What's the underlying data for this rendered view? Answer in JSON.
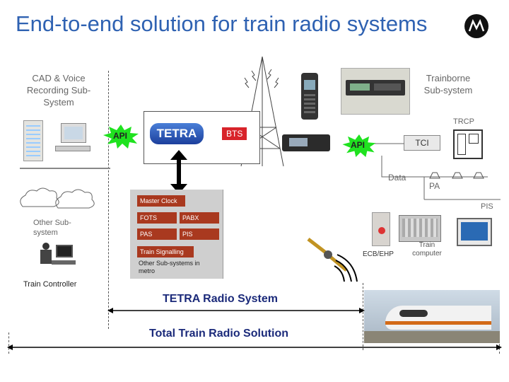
{
  "title": "End-to-end solution for train radio systems",
  "labels": {
    "cad": "CAD & Voice Recording Sub-System",
    "trainborne": "Trainborne Sub-system",
    "trcp": "TRCP",
    "tci": "TCI",
    "api_left": "API",
    "api_right": "API",
    "bts": "BTS",
    "tetra_logo": "TETRA",
    "data": "Data",
    "pa": "PA",
    "pis_top": "PIS",
    "other_sub": "Other Sub-system",
    "train_controller": "Train Controller",
    "ecb": "ECB/EHP",
    "train_computer": "Train computer"
  },
  "master_box": {
    "master_clock": "Master Clock",
    "fots": "FOTS",
    "pabx": "PABX",
    "pas": "PAS",
    "pis": "PIS",
    "signalling": "Train Signalling",
    "other_metro": "Other Sub-systems in metro"
  },
  "bottom": {
    "tetra_radio": "TETRA Radio System",
    "total": "Total Train Radio Solution"
  },
  "colors": {
    "title": "#2f62b2",
    "api_green": "#1fe21f",
    "box_red": "#a9391f",
    "bts_red": "#d8232a"
  }
}
